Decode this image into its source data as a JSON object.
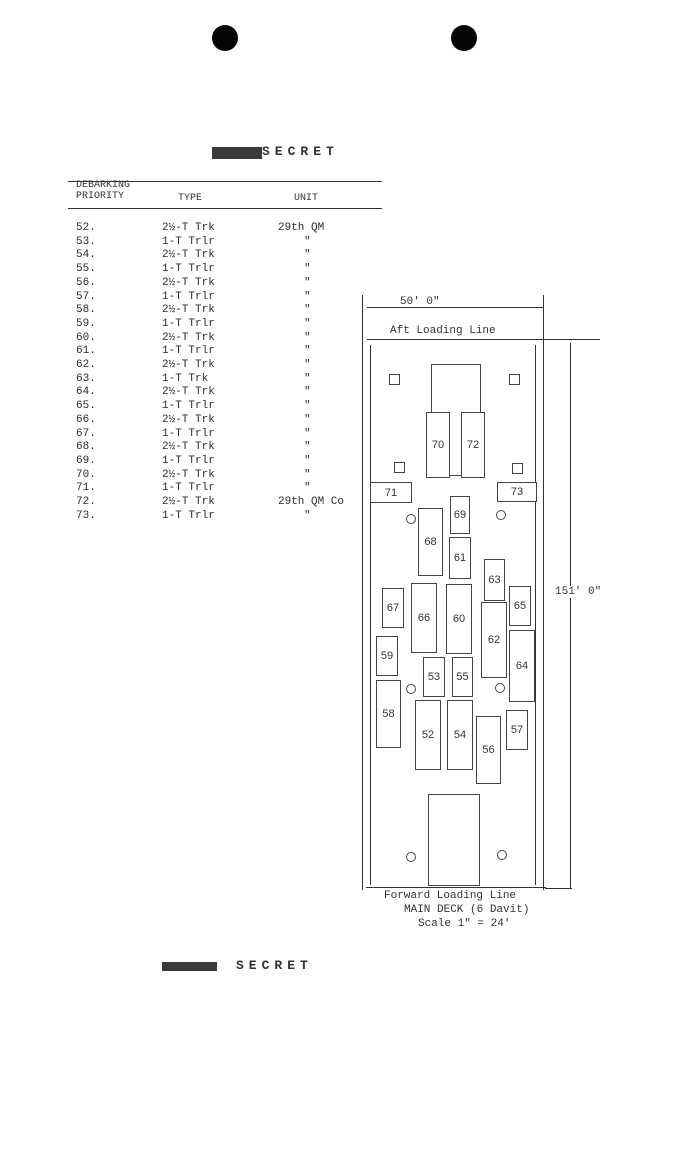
{
  "header": {
    "classification": "SECRET"
  },
  "table": {
    "col_priority": [
      "DEBARKING",
      "PRIORITY"
    ],
    "col_type": "TYPE",
    "col_unit": "UNIT",
    "rows": [
      {
        "priority": "52.",
        "type": "2½-T Trk",
        "unit": "29th QM"
      },
      {
        "priority": "53.",
        "type": "1-T Trlr",
        "unit": "\""
      },
      {
        "priority": "54.",
        "type": "2½-T Trk",
        "unit": "\""
      },
      {
        "priority": "55.",
        "type": "1-T Trlr",
        "unit": "\""
      },
      {
        "priority": "56.",
        "type": "2½-T Trk",
        "unit": "\""
      },
      {
        "priority": "57.",
        "type": "1-T Trlr",
        "unit": "\""
      },
      {
        "priority": "58.",
        "type": "2½-T Trk",
        "unit": "\""
      },
      {
        "priority": "59.",
        "type": "1-T Trlr",
        "unit": "\""
      },
      {
        "priority": "60.",
        "type": "2½-T Trk",
        "unit": "\""
      },
      {
        "priority": "61.",
        "type": "1-T Trlr",
        "unit": "\""
      },
      {
        "priority": "62.",
        "type": "2½-T Trk",
        "unit": "\""
      },
      {
        "priority": "63.",
        "type": "1-T Trk",
        "unit": "\""
      },
      {
        "priority": "64.",
        "type": "2½-T Trk",
        "unit": "\""
      },
      {
        "priority": "65.",
        "type": "1-T Trlr",
        "unit": "\""
      },
      {
        "priority": "66.",
        "type": "2½-T Trk",
        "unit": "\""
      },
      {
        "priority": "67.",
        "type": "1-T Trlr",
        "unit": "\""
      },
      {
        "priority": "68.",
        "type": "2½-T Trk",
        "unit": "\""
      },
      {
        "priority": "69.",
        "type": "1-T Trlr",
        "unit": "\""
      },
      {
        "priority": "70.",
        "type": "2½-T Trk",
        "unit": "\""
      },
      {
        "priority": "71.",
        "type": "1-T Trlr",
        "unit": "\""
      },
      {
        "priority": "72.",
        "type": "2½-T Trk",
        "unit": "29th QM Co"
      },
      {
        "priority": "73.",
        "type": "1-T Trlr",
        "unit": "\""
      }
    ]
  },
  "diagram": {
    "width_label": "50' 0\"",
    "aft_label": "Aft Loading Line",
    "length_label": "151' 0\"",
    "forward_label": "Forward Loading Line",
    "deck_label": "MAIN DECK (6 Davit)",
    "scale_label": "Scale 1\" = 24'",
    "vehicles": {
      "v52": "52",
      "v53": "53",
      "v54": "54",
      "v55": "55",
      "v56": "56",
      "v57": "57",
      "v58": "58",
      "v59": "59",
      "v60": "60",
      "v61": "61",
      "v62": "62",
      "v63": "63",
      "v64": "64",
      "v65": "65",
      "v66": "66",
      "v67": "67",
      "v68": "68",
      "v69": "69",
      "v70": "70",
      "v71": "71",
      "v72": "72",
      "v73": "73"
    }
  },
  "footer": {
    "classification": "SECRET"
  }
}
